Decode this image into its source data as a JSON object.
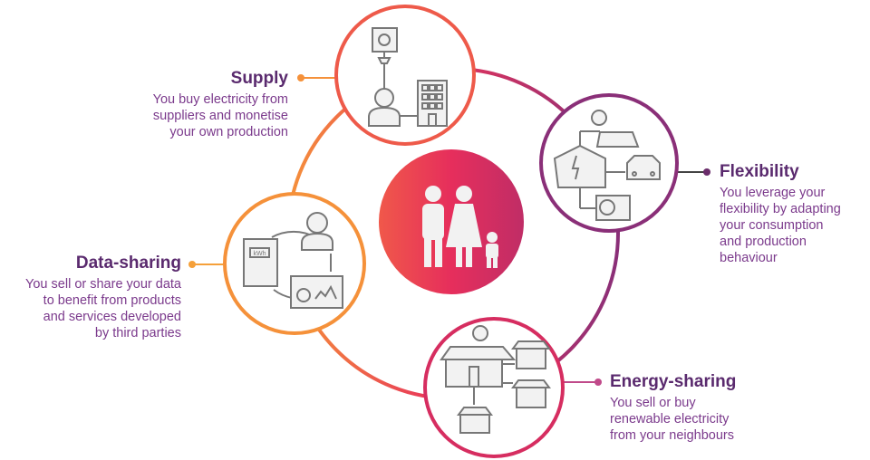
{
  "colors": {
    "title": "#5a2a6e",
    "body": "#7b3a8c",
    "orange": "#f5913a",
    "coral": "#ee5a4a",
    "pink": "#e0305e",
    "purple": "#8a2f78",
    "icon": "#777777",
    "icon_fill": "#f2f2f2"
  },
  "center": {
    "icon": "family-icon"
  },
  "nodes": [
    {
      "id": "supply",
      "title": "Supply",
      "lines": [
        "You buy electricity from",
        "suppliers and monetise",
        "your own production"
      ],
      "icon": "socket-person-building-icon"
    },
    {
      "id": "flexibility",
      "title": "Flexibility",
      "lines": [
        "You leverage your",
        "flexibility by adapting",
        "your consumption",
        "and production",
        "behaviour"
      ],
      "icon": "house-solar-car-heatpump-icon"
    },
    {
      "id": "data-sharing",
      "title": "Data-sharing",
      "lines": [
        "You sell or share your data",
        "to benefit from products",
        "and services developed",
        "by third parties"
      ],
      "icon": "meter-person-dashboard-icon",
      "meter_text": "kWh"
    },
    {
      "id": "energy-sharing",
      "title": "Energy-sharing",
      "lines": [
        "You sell or buy",
        "renewable electricity",
        "from your neighbours"
      ],
      "icon": "solar-house-neighbours-icon"
    }
  ]
}
